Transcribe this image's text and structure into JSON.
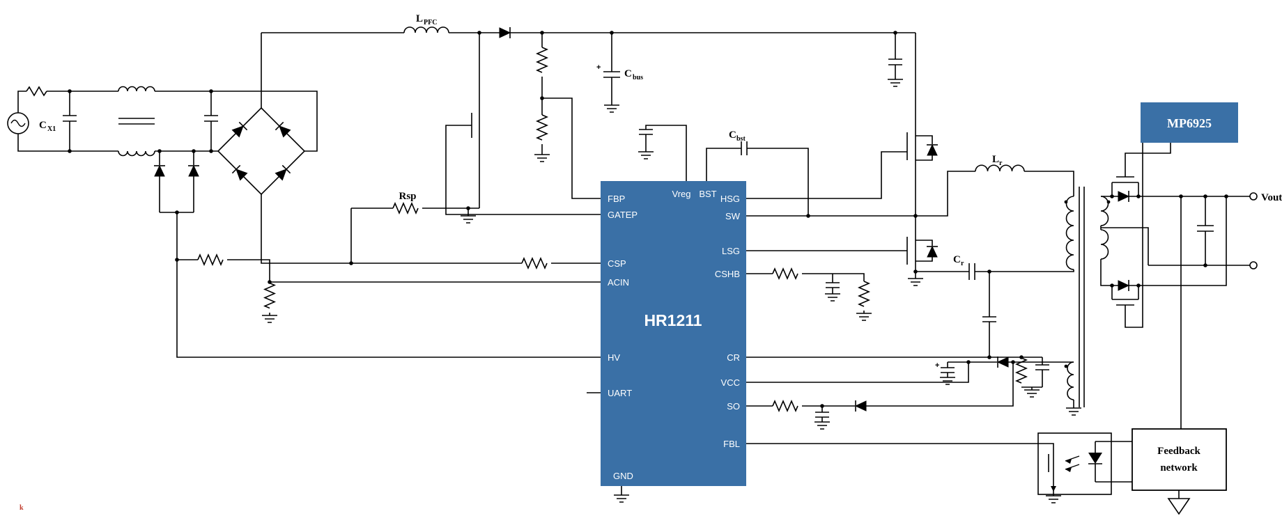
{
  "ics": {
    "hr1211": {
      "name": "HR1211",
      "pins_left": [
        "FBP",
        "GATEP",
        "CSP",
        "ACIN",
        "HV",
        "UART",
        "GND"
      ],
      "pins_top": [
        "Vreg",
        "BST"
      ],
      "pins_right": [
        "HSG",
        "SW",
        "LSG",
        "CSHB",
        "CR",
        "VCC",
        "SO",
        "FBL"
      ]
    },
    "mp6925": {
      "name": "MP6925"
    }
  },
  "labels": {
    "c_x1": {
      "main": "C",
      "sub": "X1"
    },
    "l_pfc": {
      "main": "L",
      "sub": "PFC"
    },
    "r_sp": "Rsp",
    "c_bus": {
      "main": "C",
      "sub": "bus"
    },
    "c_bst": {
      "main": "C",
      "sub": "bst"
    },
    "l_r": {
      "main": "L",
      "sub": "r"
    },
    "c_r": {
      "main": "C",
      "sub": "r"
    },
    "vout": "Vout",
    "plus_sign": "+",
    "feedback_box": {
      "line1": "Feedback",
      "line2": "network"
    },
    "artifact_mark": "k"
  },
  "colors": {
    "ic_fill": "#3A70A6",
    "wire": "#000000",
    "artifact_red": "#C03A2B"
  }
}
